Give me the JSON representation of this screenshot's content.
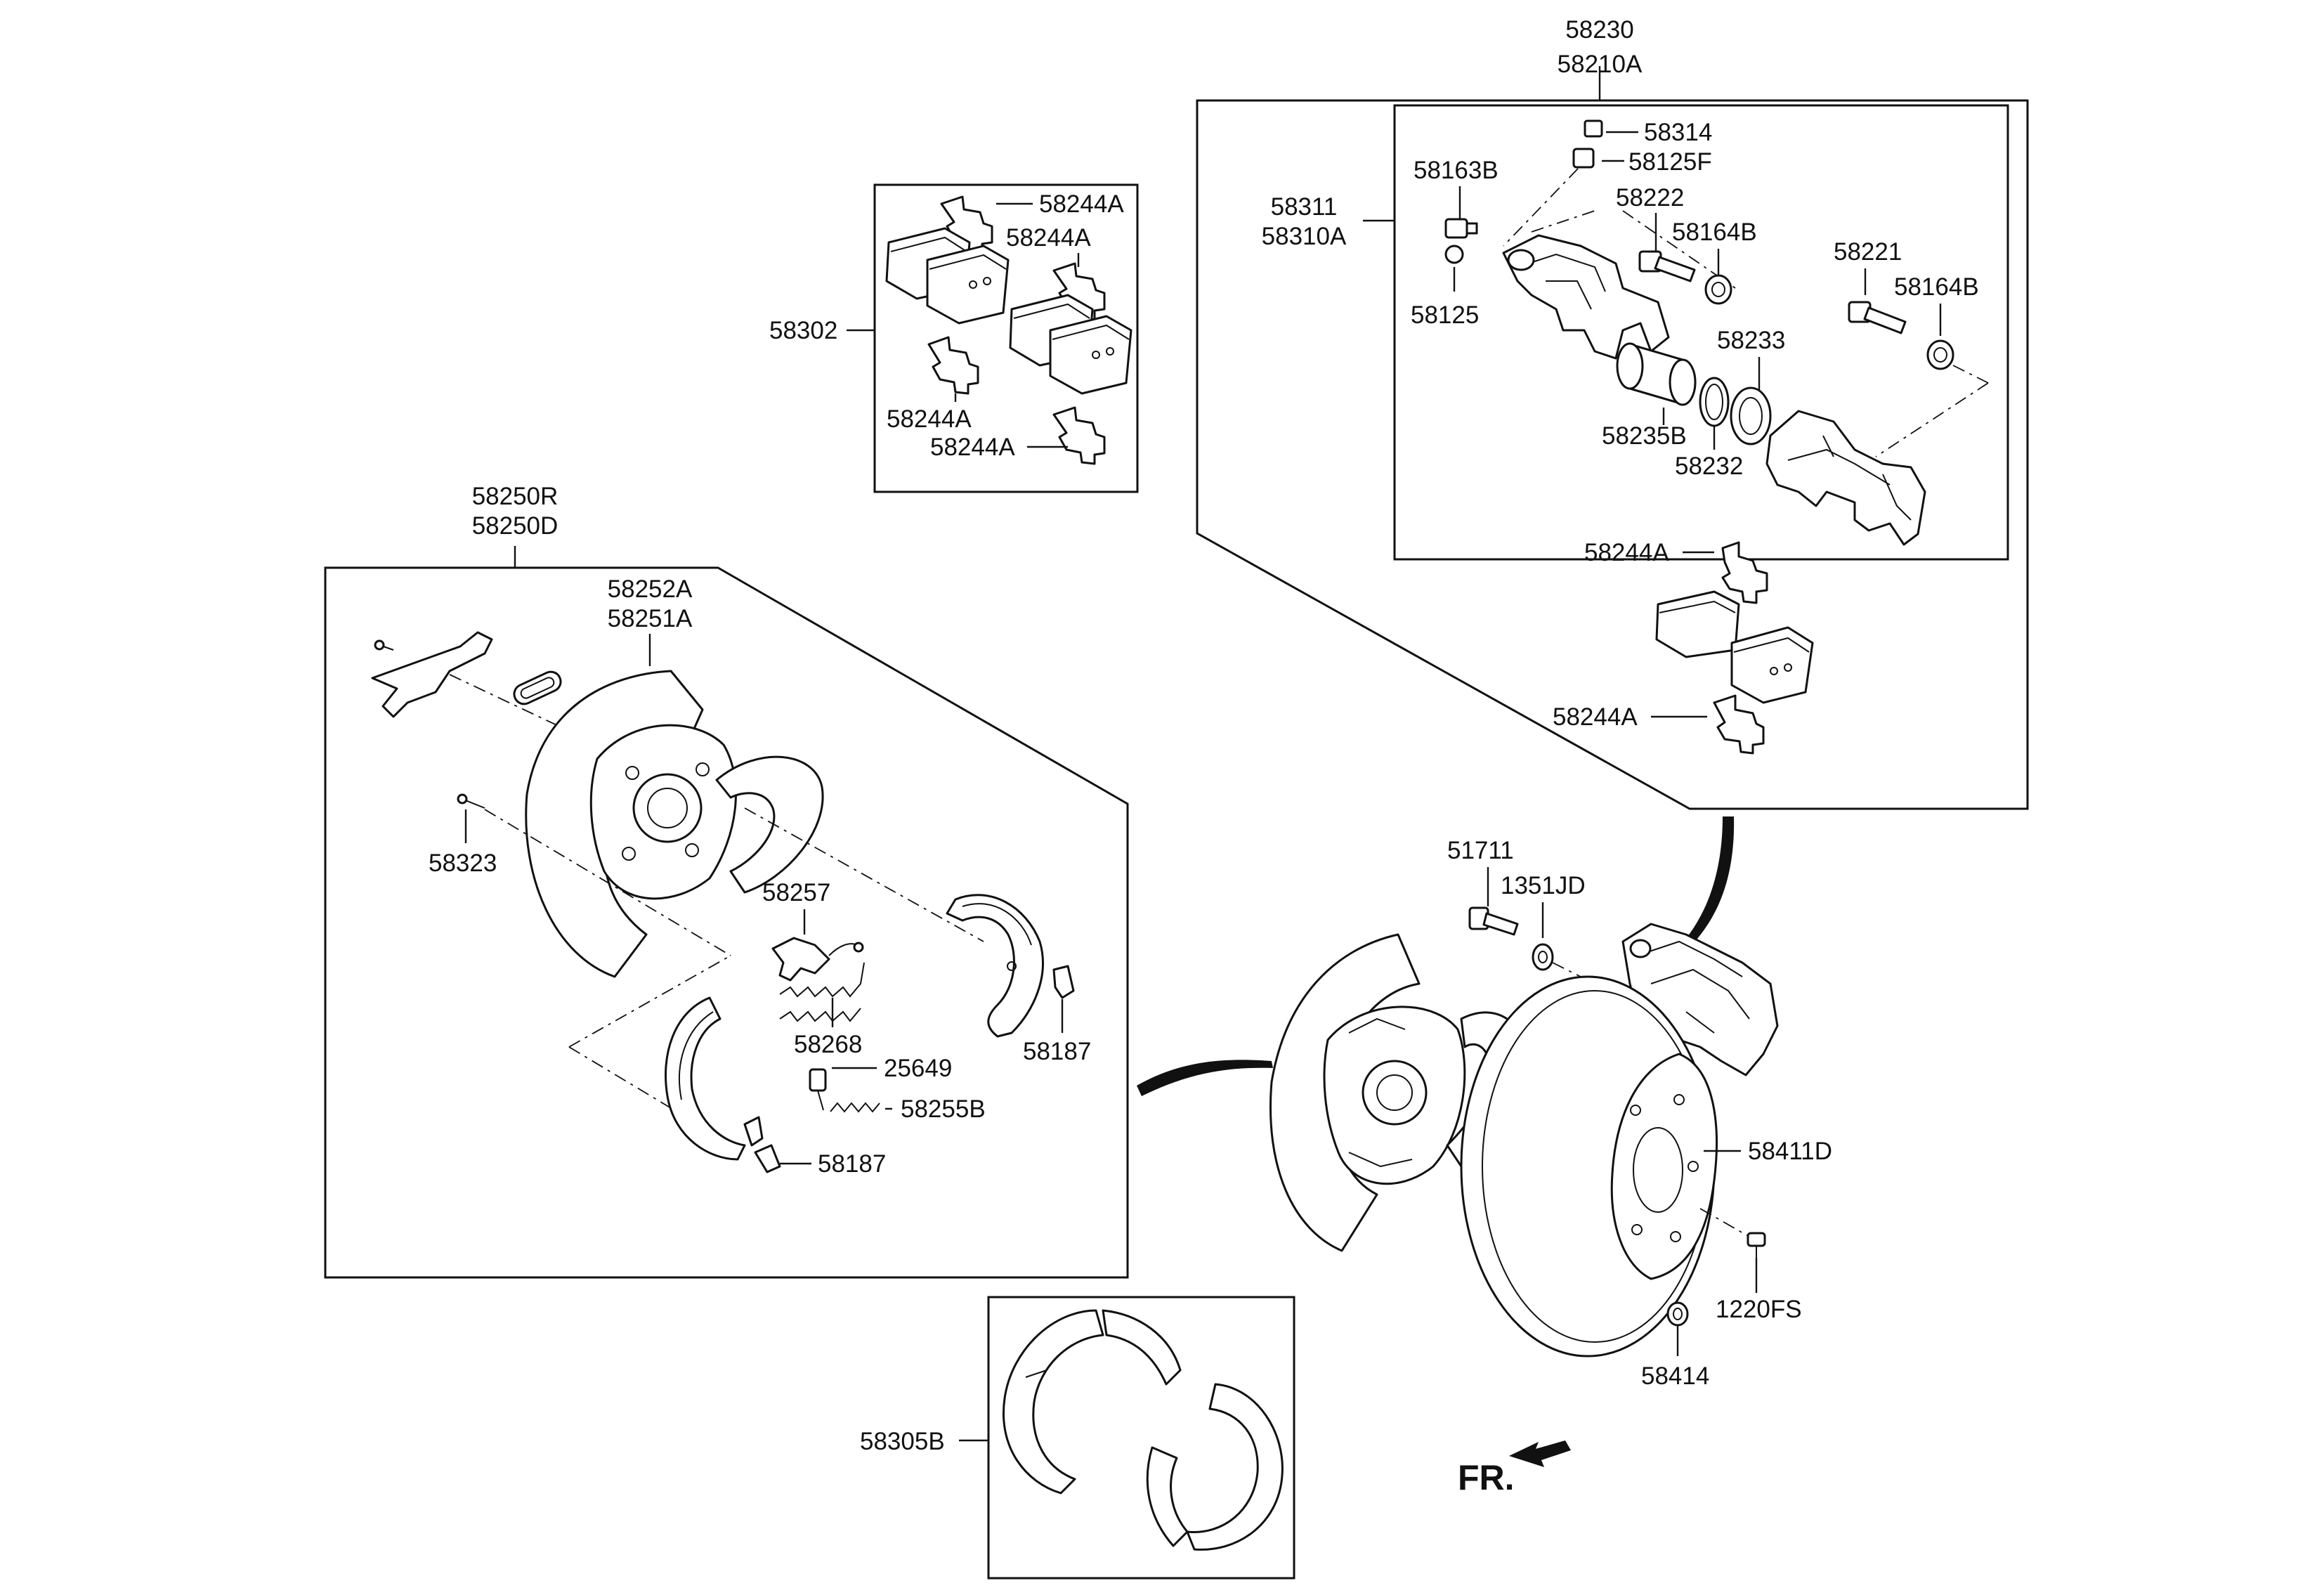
{
  "labels": {
    "l_58230": "58230",
    "l_58210A": "58210A",
    "l_58314": "58314",
    "l_58125F": "58125F",
    "l_58163B": "58163B",
    "l_58311": "58311",
    "l_58310A": "58310A",
    "l_58222": "58222",
    "l_58164B_1": "58164B",
    "l_58221": "58221",
    "l_58164B_2": "58164B",
    "l_58125": "58125",
    "l_58233": "58233",
    "l_58235B": "58235B",
    "l_58232": "58232",
    "l_58244A_r1": "58244A",
    "l_58244A_r2": "58244A",
    "l_58244A_p1": "58244A",
    "l_58244A_p2": "58244A",
    "l_58244A_p3": "58244A",
    "l_58244A_p4": "58244A",
    "l_58302": "58302",
    "l_58250R": "58250R",
    "l_58250D": "58250D",
    "l_58252A": "58252A",
    "l_58251A": "58251A",
    "l_58323": "58323",
    "l_58257": "58257",
    "l_58268": "58268",
    "l_25649": "25649",
    "l_58255B": "58255B",
    "l_58187_1": "58187",
    "l_58187_2": "58187",
    "l_51711": "51711",
    "l_1351JD": "1351JD",
    "l_58411D": "58411D",
    "l_1220FS": "1220FS",
    "l_58414": "58414",
    "l_58305B": "58305B",
    "l_FR": "FR."
  },
  "colors": {
    "line": "#111111",
    "background": "#ffffff"
  }
}
